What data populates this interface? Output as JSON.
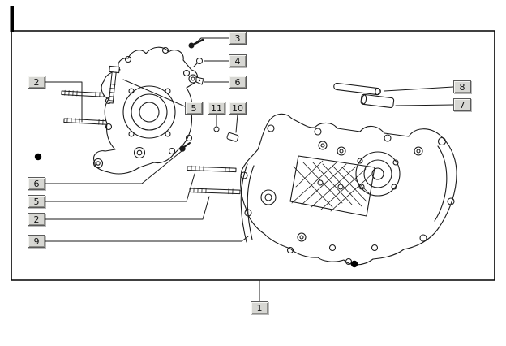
{
  "figure": {
    "kind": "exploded-parts-diagram",
    "subject": "engine crankcase assembly"
  },
  "colors": {
    "line": "#1a1a1a",
    "frame": "#000000",
    "callout_bg": "#d7d7d3"
  },
  "callouts": [
    {
      "label": "3"
    },
    {
      "label": "4"
    },
    {
      "label": "6"
    },
    {
      "label": "5"
    },
    {
      "label": "11"
    },
    {
      "label": "10"
    },
    {
      "label": "2"
    },
    {
      "label": "8"
    },
    {
      "label": "7"
    },
    {
      "label": "6"
    },
    {
      "label": "5"
    },
    {
      "label": "2"
    },
    {
      "label": "9"
    },
    {
      "label": "1"
    }
  ]
}
